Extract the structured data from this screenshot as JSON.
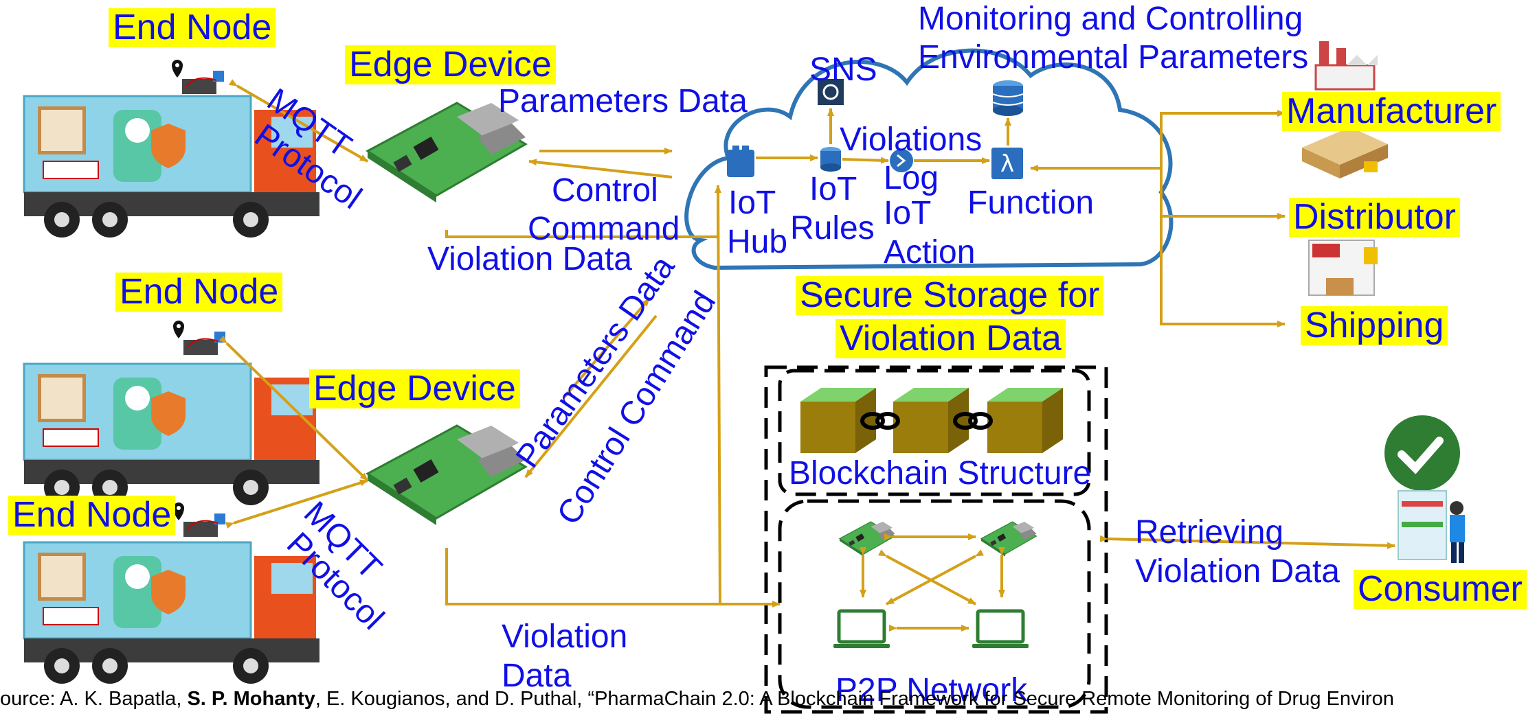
{
  "labels": {
    "end_node_1": "End Node",
    "end_node_2": "End Node",
    "end_node_3": "End Node",
    "edge_device_1": "Edge Device",
    "edge_device_2": "Edge Device",
    "mqtt_1": "MQTT",
    "protocol_1": "Protocol",
    "mqtt_2": "MQTT",
    "protocol_2": "Protocol",
    "parameters_data": "Parameters Data",
    "control": "Control",
    "command": "Command",
    "violation_data_top": "Violation Data",
    "parameters_data_rot": "Parameters Data",
    "control_command_rot": "Control Command",
    "violation": "Violation",
    "data": "Data",
    "sns": "SNS",
    "violations": "Violations",
    "iot_hub_1": "IoT",
    "iot_hub_2": "Hub",
    "iot_rules_1": "IoT",
    "iot_rules_2": "Rules",
    "log_1": "Log",
    "log_2": "IoT",
    "log_3": "Action",
    "function": "Function",
    "monitoring_1": "Monitoring and Controlling",
    "monitoring_2": "Environmental Parameters",
    "manufacturer": "Manufacturer",
    "distributor": "Distributor",
    "shipping": "Shipping",
    "secure_storage_1": "Secure Storage for",
    "secure_storage_2": "Violation Data",
    "blockchain_structure": "Blockchain Structure",
    "p2p_network": "P2P Network",
    "retrieving_1": "Retrieving",
    "retrieving_2": "Violation Data",
    "consumer": "Consumer",
    "lambda": "λ"
  },
  "footer": {
    "prefix": "ource: A. K. Bapatla, ",
    "bold": "S. P. Mohanty",
    "suffix": ", E. Kougianos, and D. Puthal, “PharmaChain 2.0: A Blockchain Framework for Secure Remote Monitoring of Drug Environ"
  },
  "colors": {
    "arrow": "#d4a017",
    "label": "#1010e6",
    "highlight": "#ffff00",
    "cloud": "#2e75b6",
    "aws_icon": "#2a6ebd"
  },
  "icons": [
    "truck-icon",
    "vaccine-icon",
    "iot-sensor-icon",
    "raspberry-pi-icon",
    "cloud-icon",
    "sns-icon",
    "iot-hub-icon",
    "iot-rules-icon",
    "iot-action-icon",
    "database-icon",
    "lambda-icon",
    "factory-icon",
    "warehouse-icon",
    "forklift-icon",
    "blockchain-block-icon",
    "chain-link-icon",
    "laptop-icon",
    "checkmark-icon",
    "consumer-icon"
  ]
}
